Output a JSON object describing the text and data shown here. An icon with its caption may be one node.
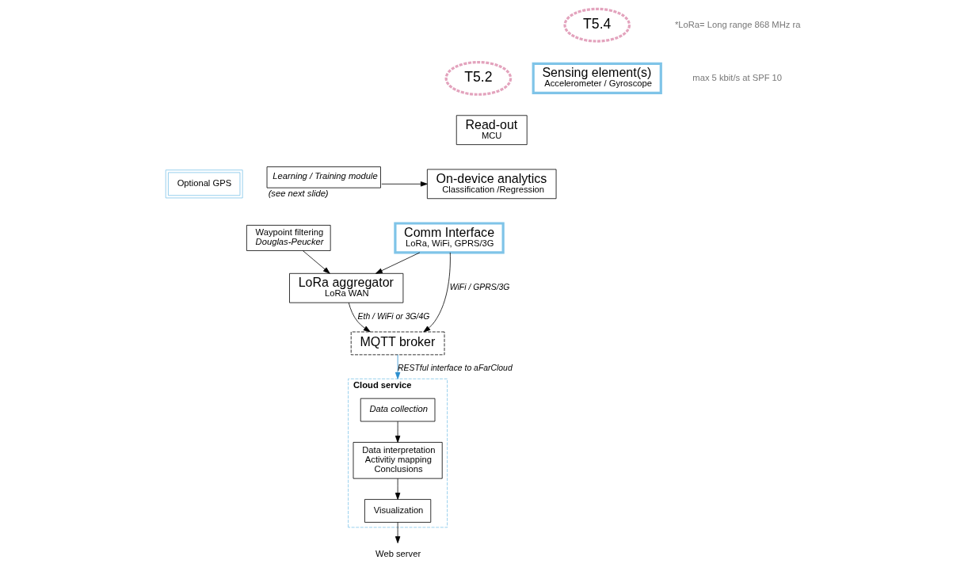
{
  "diagram": {
    "nodes": [
      {
        "text": [
          "Sensing element(s)",
          "Accelerometer / Gyroscope"
        ]
      },
      {
        "text": [
          "T5.4"
        ]
      },
      {
        "text": [
          "Read-out",
          "MCU"
        ]
      },
      {
        "text": [
          "T5.2"
        ]
      },
      {
        "text": [
          "Learning / Training module"
        ],
        "beside": [
          "(see next slide)"
        ]
      },
      {
        "text": [
          "On-device analytics",
          "Classification /Regression"
        ]
      },
      {
        "text": [
          "Optional GPS"
        ]
      },
      {
        "text": [
          "Waypoint filtering",
          "Douglas-Peucker"
        ]
      },
      {
        "text": [
          "Comm Interface",
          "LoRa, WiFi, GPRS/3G"
        ]
      },
      {
        "text": [
          "LoRa aggregator",
          "LoRa WAN"
        ]
      },
      {
        "text": [
          "MQTT broker"
        ]
      },
      {
        "text": [
          "Cloud service"
        ]
      },
      {
        "text": [
          "Data collection"
        ],
        "in": 11
      },
      {
        "text": [
          "Data interpretation",
          "Activitiy mapping",
          "Conclusions"
        ],
        "in": 11
      },
      {
        "text": [
          "Visualization"
        ],
        "in": 11
      },
      {
        "text": [
          "Web server"
        ]
      }
    ],
    "edges": [
      {
        "from": 4,
        "to": 5,
        "arrow": "to"
      },
      {
        "from": 8,
        "to": 9,
        "arrow": "to"
      },
      {
        "from": 7,
        "to": 9,
        "arrow": "to"
      },
      {
        "from": 8,
        "to": 10,
        "arrow": "to",
        "label": "WiFi / GPRS/3G"
      },
      {
        "from": 9,
        "to": 10,
        "arrow": "to",
        "label": "Eth / WiFi or 3G/4G"
      },
      {
        "from": 10,
        "to": 11,
        "arrow": "to",
        "label": "RESTful interface to aFarCloud",
        "color": "#2a8fd0"
      },
      {
        "from": 12,
        "to": 13,
        "arrow": "to"
      },
      {
        "from": 13,
        "to": 14,
        "arrow": "to"
      },
      {
        "from": 14,
        "to": 15,
        "arrow": "to"
      }
    ],
    "labels": [
      "*LoRa= Long range 868 MHz ra",
      "max 5 kbit/s at SPF 10"
    ]
  }
}
